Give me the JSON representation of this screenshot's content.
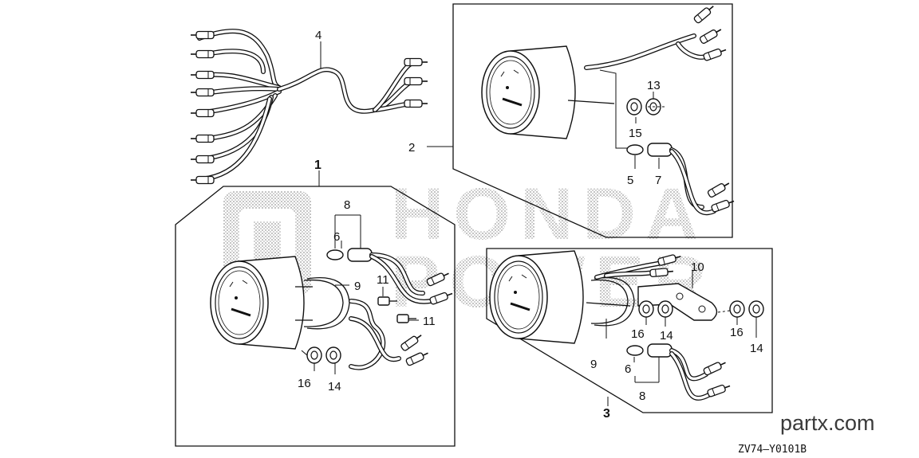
{
  "callouts": {
    "c1": "1",
    "c2": "2",
    "c3": "3",
    "c4": "4",
    "c5": "5",
    "c6a": "6",
    "c6b": "6",
    "c7": "7",
    "c8a": "8",
    "c8b": "8",
    "c9a": "9",
    "c9b": "9",
    "c10": "10",
    "c11a": "11",
    "c11b": "11",
    "c13": "13",
    "c14a": "14",
    "c14b": "14",
    "c14c": "14",
    "c15": "15",
    "c16a": "16",
    "c16b": "16",
    "c16c": "16"
  },
  "footer": {
    "site": "partx.com",
    "diagram_code": "ZV74—Y0101B"
  },
  "watermark": {
    "line1": "HONDA",
    "line2": "POWER"
  }
}
